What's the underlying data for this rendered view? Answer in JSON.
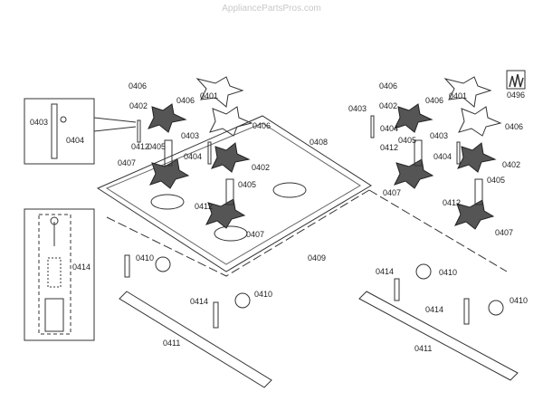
{
  "watermark": "AppliancePartsPros.com",
  "labels": {
    "l0406a": "0406",
    "l0401a": "0401",
    "l0402a": "0402",
    "l0406b": "0406",
    "l0403a": "0403",
    "l0404a": "0404",
    "l0406c": "0406",
    "l0403b": "0403",
    "l0405a": "0405",
    "l0412a": "0412",
    "l0404b": "0404",
    "l0402b": "0402",
    "l0407a": "0407",
    "l0405b": "0405",
    "l0412b": "0412",
    "l0407b": "0407",
    "l0408": "0408",
    "l0409": "0409",
    "l0414a": "0414",
    "l0410a": "0410",
    "l0414b": "0414",
    "l0410b": "0410",
    "l0411a": "0411",
    "r0496": "0496",
    "r0406a": "0406",
    "r0401": "0401",
    "r0402a": "0402",
    "r0406b": "0406",
    "r0403a": "0403",
    "r0404a": "0404",
    "r0406c": "0406",
    "r0403b": "0403",
    "r0405a": "0405",
    "r0412a": "0412",
    "r0404b": "0404",
    "r0402b": "0402",
    "r0407a": "0407",
    "r0405b": "0405",
    "r0412b": "0412",
    "r0407b": "0407",
    "r0414a": "0414",
    "r0410a": "0410",
    "r0414b": "0414",
    "r0410b": "0410",
    "r0411": "0411"
  },
  "colors": {
    "line": "#333333",
    "watermark": "#c8c8c8"
  }
}
